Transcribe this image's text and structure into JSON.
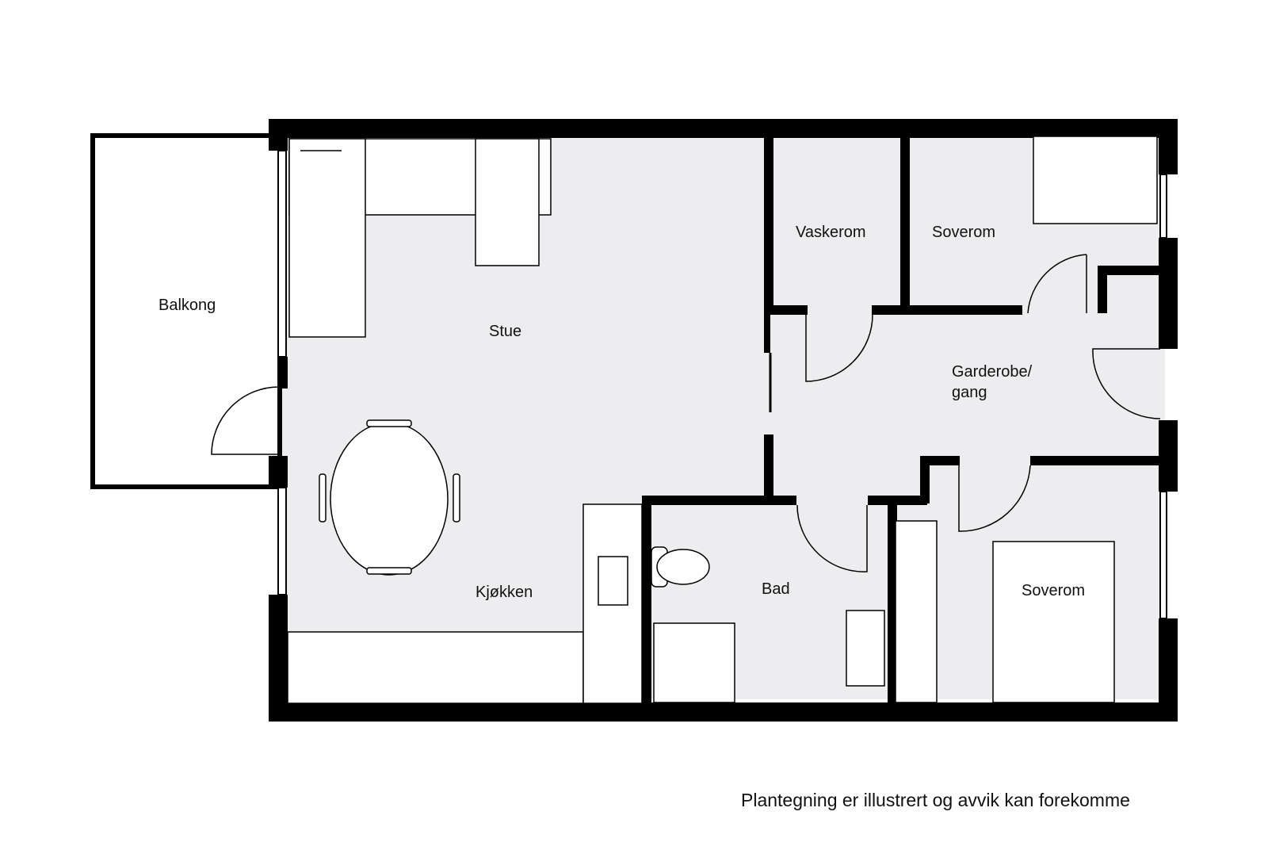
{
  "rooms": {
    "balkong": "Balkong",
    "stue": "Stue",
    "kjokken": "Kjøkken",
    "vaskerom": "Vaskerom",
    "soverom_1": "Soverom",
    "garderobe_line1": "Garderobe/",
    "garderobe_line2": "gang",
    "bad": "Bad",
    "soverom_2": "Soverom"
  },
  "disclaimer": "Plantegning er illustrert og avvik kan forekomme",
  "colors": {
    "wall": "#000000",
    "floor": "#ededef",
    "furniture": "#ffffff"
  }
}
